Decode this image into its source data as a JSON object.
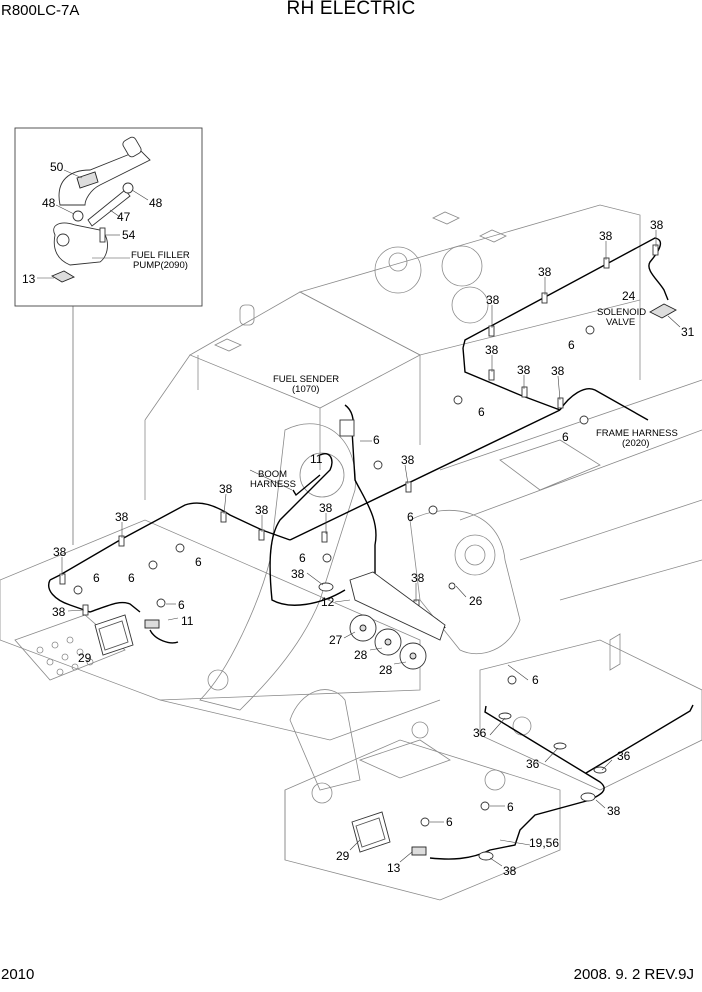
{
  "header": {
    "model": "R800LC-7A",
    "title": "RH ELECTRIC"
  },
  "footer": {
    "page_number": "2010",
    "revision": "2008. 9. 2  REV.9J"
  },
  "inset": {
    "labels": {
      "p50": "50",
      "p48a": "48",
      "p48b": "48",
      "p47": "47",
      "p54": "54",
      "p13": "13",
      "fuel_filler_1": "FUEL FILLER",
      "fuel_filler_2": "PUMP(2090)"
    }
  },
  "callouts": {
    "fuel_sender_1": "FUEL SENDER",
    "fuel_sender_2": "(1070)",
    "boom_harness_1": "BOOM",
    "boom_harness_2": "HARNESS",
    "solenoid_1": "SOLENOID",
    "solenoid_2": "VALVE",
    "frame_harness_1": "FRAME HARNESS",
    "frame_harness_2": "(2020)"
  },
  "part_numbers": {
    "top_38_a": "38",
    "top_38_b": "38",
    "top_38_c": "38",
    "top_38_d": "38",
    "top_38_e": "38",
    "top_38_f": "38",
    "top_38_g": "38",
    "p24": "24",
    "p31": "31",
    "p6_a": "6",
    "p6_b": "6",
    "p6_c": "6",
    "p6_d": "6",
    "p11_a": "11",
    "p38_h": "38",
    "p38_i": "38",
    "p38_j": "38",
    "p38_k": "38",
    "p38_l": "38",
    "p38_m": "38",
    "p38_n": "38",
    "p6_e": "6",
    "p6_f": "6",
    "p6_g": "6",
    "p6_h": "6",
    "p6_i": "6",
    "p11_b": "11",
    "p29_a": "29",
    "p38_o": "38",
    "p12": "12",
    "p6_j": "6",
    "p38_p": "38",
    "p26": "26",
    "p27": "27",
    "p28_a": "28",
    "p28_b": "28",
    "p6_k": "6",
    "p36_a": "36",
    "p36_b": "36",
    "p36_c": "36",
    "p6_l": "6",
    "p6_m": "6",
    "p38_q": "38",
    "p19_56": "19,56",
    "p29_b": "29",
    "p13": "13",
    "p38_r": "38"
  }
}
